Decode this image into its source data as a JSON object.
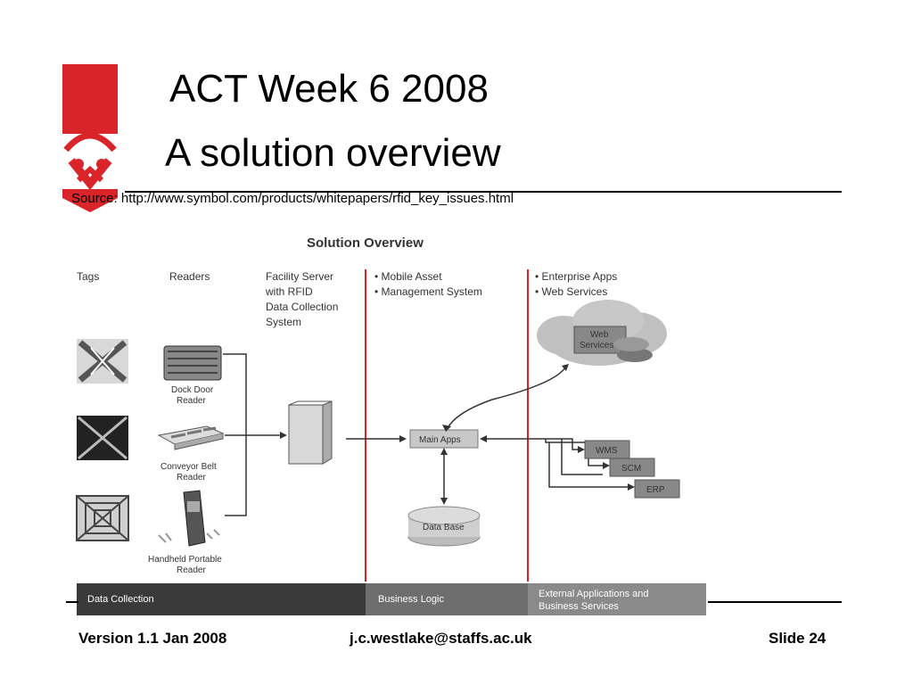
{
  "slide": {
    "title_line1": "ACT Week 6 2008",
    "title_line2": "A solution overview",
    "source": "Source: http://www.symbol.com/products/whitepapers/rfid_key_issues.html"
  },
  "logo": {
    "icon": "university-crest-icon",
    "color": "#d9252a"
  },
  "diagram": {
    "heading": "Solution Overview",
    "columns": {
      "tags": "Tags",
      "readers": "Readers",
      "facility": [
        "Facility Server",
        "with RFID",
        "Data Collection",
        "System"
      ],
      "mobile": [
        "• Mobile Asset",
        "• Management System"
      ],
      "enterprise": [
        "• Enterprise Apps",
        "• Web Services"
      ]
    },
    "readers": [
      [
        "Dock Door",
        "Reader"
      ],
      [
        "Conveyor Belt",
        "Reader"
      ],
      [
        "Handheld Portable",
        "Reader"
      ]
    ],
    "web_services": [
      "Web",
      "Services"
    ],
    "main_apps": "Main Apps",
    "database": "Data Base",
    "enterprise_apps": [
      "WMS",
      "SCM",
      "ERP"
    ],
    "bands": {
      "data_collection": "Data Collection",
      "business_logic": "Business Logic",
      "external": [
        "External Applications and",
        "Business Services"
      ]
    },
    "colors": {
      "divider": "#e02020",
      "band_dark": "#3a3a3a",
      "band_mid": "#6e6e6e",
      "band_light": "#8a8a8a"
    }
  },
  "footer": {
    "version": "Version 1.1 Jan 2008",
    "email": "j.c.westlake@staffs.ac.uk",
    "slide_number": "Slide 24"
  }
}
